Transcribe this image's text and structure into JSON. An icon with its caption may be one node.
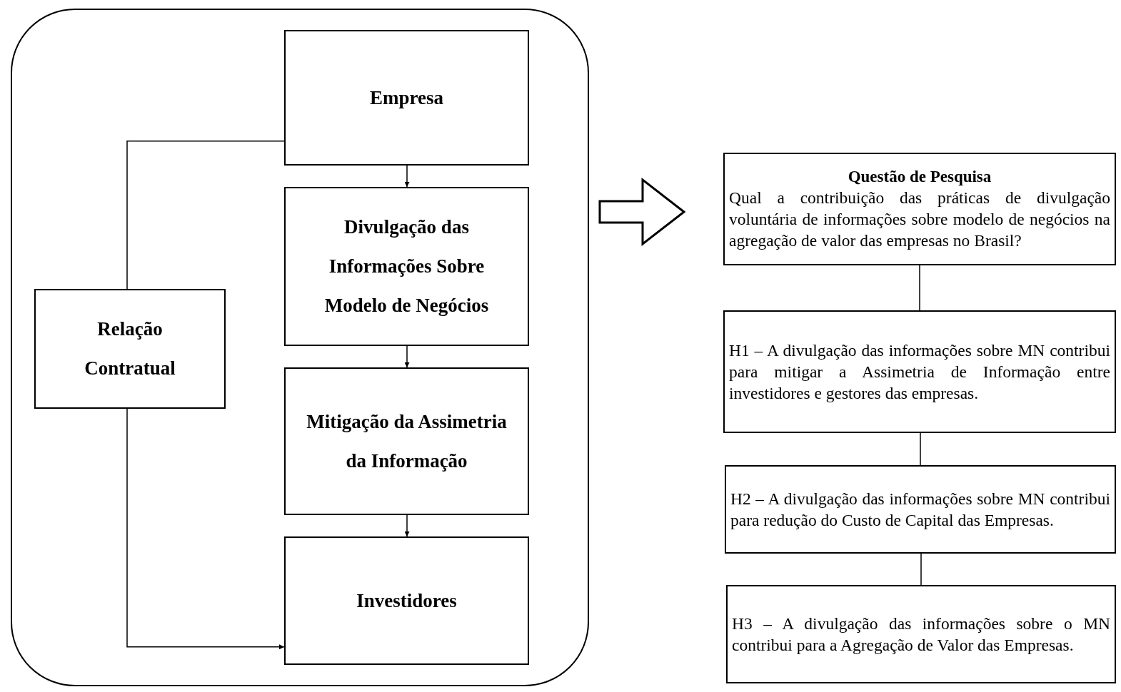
{
  "diagram": {
    "nodes": [
      {
        "text": [],
        "shape": "box"
      },
      {
        "text": [
          "Empresa"
        ],
        "in": 0
      },
      {
        "text": [
          "Divulgação das Informações Sobre Modelo de Negócios"
        ],
        "in": 0
      },
      {
        "text": [
          "Mitigação da Assimetria da Informação"
        ],
        "in": 0
      },
      {
        "text": [
          "Investidores"
        ],
        "in": 0
      },
      {
        "text": [
          "Relação Contratual"
        ],
        "in": 0
      },
      {
        "text": [
          "Questão de Pesquisa",
          "Qual a contribuição das práticas de divulgação voluntária de informações sobre modelo de negócios na agregação de valor das empresas no Brasil?"
        ]
      },
      {
        "text": [
          "H1 – A divulgação das informações sobre MN contribui para mitigar a Assimetria de Informação entre investidores e gestores das empresas."
        ]
      },
      {
        "text": [
          "H2 – A divulgação das informações sobre MN contribui para redução do Custo de Capital das Empresas."
        ]
      },
      {
        "text": [
          "H3 – A divulgação das informações sobre o MN contribui para a Agregação de Valor das Empresas."
        ]
      }
    ],
    "edges": [
      {
        "from": 1,
        "to": 2,
        "arrow": "to"
      },
      {
        "from": 2,
        "to": 3,
        "arrow": "to"
      },
      {
        "from": 3,
        "to": 4,
        "arrow": "to"
      },
      {
        "from": 1,
        "to": 5,
        "arrow": "none"
      },
      {
        "from": 5,
        "to": 4,
        "arrow": "to"
      },
      {
        "from": 0,
        "to": 6,
        "arrow": "to",
        "style": "thick"
      },
      {
        "from": 6,
        "to": 7,
        "arrow": "none"
      },
      {
        "from": 7,
        "to": 8,
        "arrow": "none"
      },
      {
        "from": 8,
        "to": 9,
        "arrow": "none"
      }
    ]
  }
}
